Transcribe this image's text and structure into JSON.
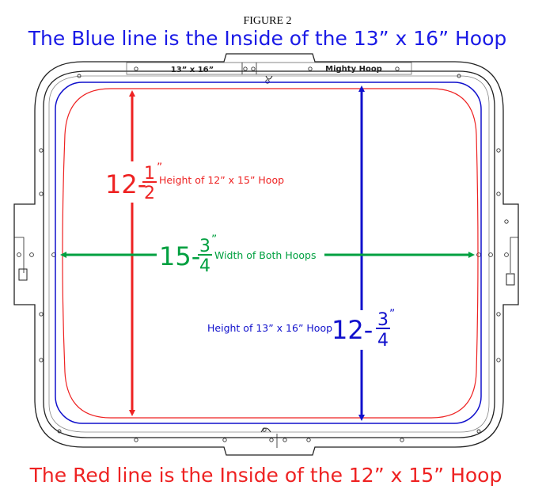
{
  "figure_label": "FIGURE 2",
  "top_caption": "The Blue line is the Inside of the 13” x 16” Hoop",
  "bottom_caption": "The Red line is the Inside of the 12” x 15” Hoop",
  "hoop_frame": {
    "size_label": "13” x 16”",
    "brand_label": "Mighty Hoop"
  },
  "measurements": {
    "red_height": {
      "whole": "12-",
      "num": "1",
      "den": "2",
      "mark": "”",
      "label": "Height of 12” x 15” Hoop"
    },
    "width": {
      "whole": "15-",
      "num": "3",
      "den": "4",
      "mark": "”",
      "label": "Width of Both Hoops"
    },
    "blue_height": {
      "whole": "12-",
      "num": "3",
      "den": "4",
      "mark": "”",
      "label": "Height of 13” x 16” Hoop"
    }
  },
  "colors": {
    "blue_hoop": "#1010cc",
    "red_hoop": "#ee2222",
    "width_arrow": "#00a040",
    "frame": "#222222",
    "caption_blue": "#1a1ae6",
    "caption_red": "#ee2222"
  }
}
